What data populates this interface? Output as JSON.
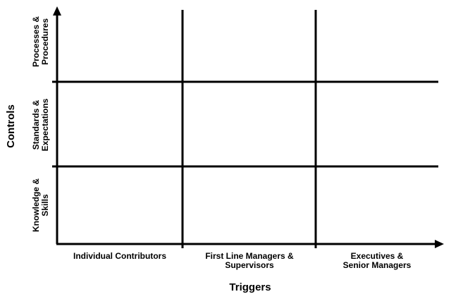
{
  "diagram": {
    "type": "matrix",
    "x_axis_title": "Triggers",
    "y_axis_title": "Controls",
    "columns": [
      "Individual Contributors",
      "First Line Managers &\nSupervisors",
      "Executives &\nSenior Managers"
    ],
    "rows": [
      "Processes &\nProcedures",
      "Standards &\nExpectations",
      "Knowledge &\nSkills"
    ],
    "line_color": "#000000"
  }
}
